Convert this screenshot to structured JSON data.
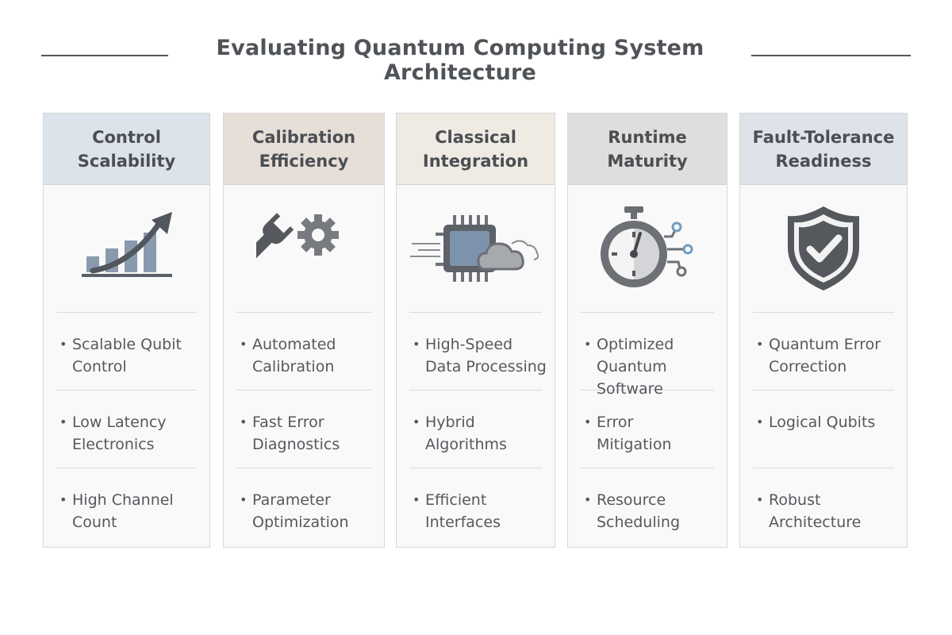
{
  "title": "Evaluating Quantum Computing System Architecture",
  "columns": [
    {
      "heading": "Control\nScalability",
      "header_color": "#dde3ea",
      "icon": "growth-chart-icon",
      "bullets": [
        "Scalable Qubit\nControl",
        "Low Latency\nElectronics",
        "High Channel\nCount"
      ]
    },
    {
      "heading": "Calibration\nEfficiency",
      "header_color": "#e6dfd8",
      "icon": "wrench-gear-icon",
      "bullets": [
        "Automated\nCalibration",
        "Fast Error\nDiagnostics",
        "Parameter\nOptimization"
      ]
    },
    {
      "heading": "Classical\nIntegration",
      "header_color": "#efebe3",
      "icon": "chip-cloud-icon",
      "bullets": [
        "High-Speed\nData Processing",
        "Hybrid\nAlgorithms",
        "Efficient\nInterfaces"
      ]
    },
    {
      "heading": "Runtime\nMaturity",
      "header_color": "#dfdedc",
      "icon": "stopwatch-icon",
      "bullets": [
        "Optimized\nQuantum Software",
        "Error\nMitigation",
        "Resource\nScheduling"
      ]
    },
    {
      "heading": "Fault-Tolerance\nReadiness",
      "header_color": "#dee3e9",
      "icon": "shield-check-icon",
      "bullets": [
        "Quantum Error\nCorrection",
        "Logical Qubits",
        "Robust\nArchitecture"
      ]
    }
  ]
}
